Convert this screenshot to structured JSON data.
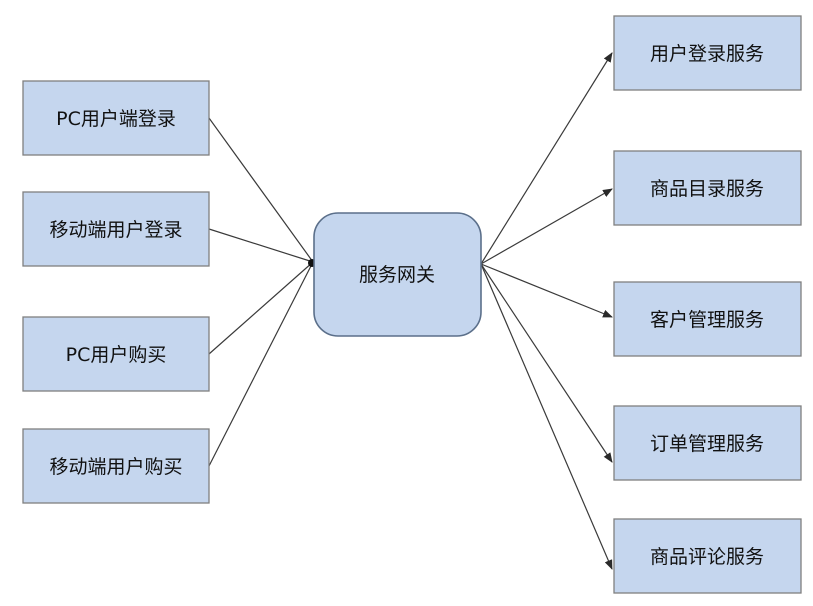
{
  "clients": [
    {
      "label": "PC用户端登录"
    },
    {
      "label": "移动端用户登录"
    },
    {
      "label": "PC用户购买"
    },
    {
      "label": "移动端用户购买"
    }
  ],
  "gateway": {
    "label": "服务网关"
  },
  "services": [
    {
      "label": "用户登录服务"
    },
    {
      "label": "商品目录服务"
    },
    {
      "label": "客户管理服务"
    },
    {
      "label": "订单管理服务"
    },
    {
      "label": "商品评论服务"
    }
  ],
  "colors": {
    "box_fill": "#c5d6ee",
    "box_border": "#7f7f7f",
    "line": "#3a3a3a"
  }
}
